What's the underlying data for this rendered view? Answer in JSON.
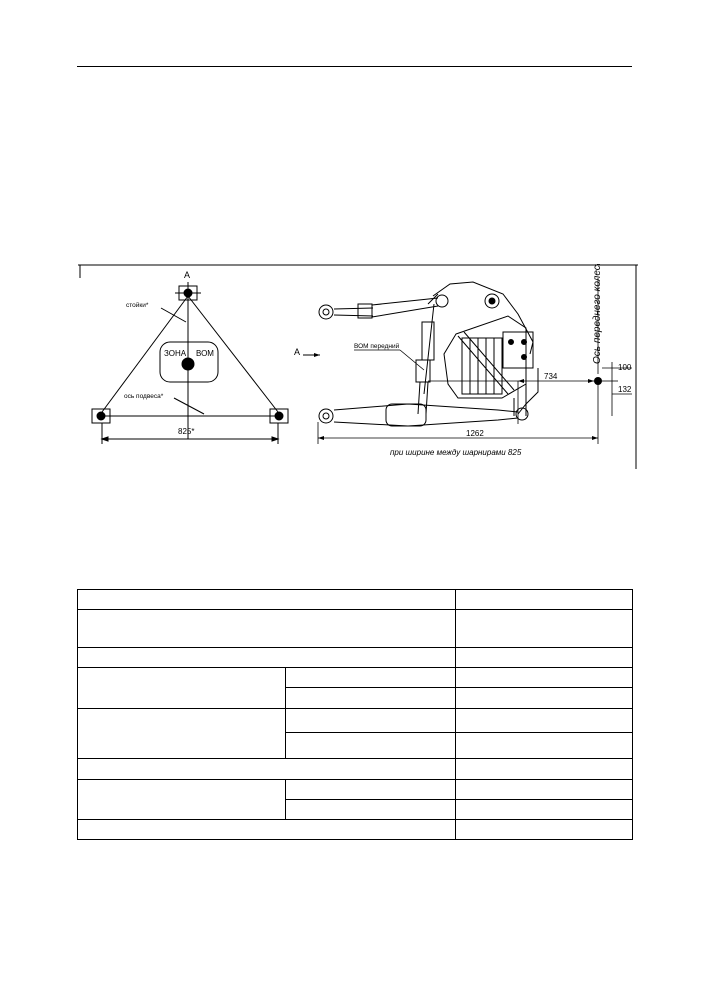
{
  "drawing": {
    "label_a_left": "А",
    "label_posts": "стойки*",
    "label_zone_1": "ЗОНА",
    "label_zone_2": "ВОМ",
    "label_axis": "ось подвеса*",
    "dim_width": "825*",
    "label_a_arrow": "А",
    "label_pto_front": "ВОМ передний",
    "label_wheel_axis": "Ось переднего колеса",
    "dim_100": "100",
    "dim_734": "734",
    "dim_132": "132",
    "dim_1262": "1262",
    "caption": "при ширине между шарнирами 825"
  },
  "table": {
    "rows": [
      {
        "type": "full",
        "height": 20
      },
      {
        "type": "full",
        "height": 38
      },
      {
        "type": "full",
        "height": 20
      },
      {
        "type": "group",
        "subrows": [
          20,
          21
        ]
      },
      {
        "type": "group",
        "subrows": [
          24,
          26
        ]
      },
      {
        "type": "full",
        "height": 21
      },
      {
        "type": "group",
        "subrows": [
          20,
          20
        ]
      },
      {
        "type": "full",
        "height": 20
      }
    ]
  }
}
